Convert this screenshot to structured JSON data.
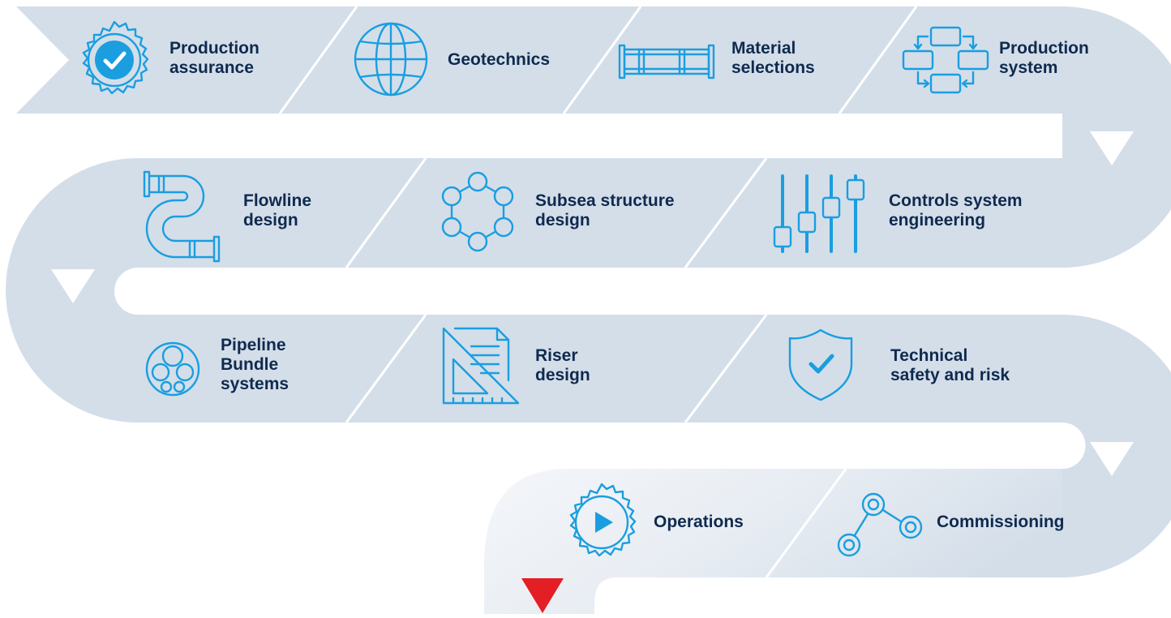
{
  "colors": {
    "band": "#d4dee9",
    "band_light": "#eef2f7",
    "divider": "#ffffff",
    "icon": "#1a9ee0",
    "text": "#0f2a4f",
    "arrow": "#ffffff",
    "end_arrow": "#e31e24"
  },
  "stages": [
    {
      "lines": [
        "Production",
        "assurance"
      ],
      "icon": "gear-check-icon"
    },
    {
      "lines": [
        "Geotechnics"
      ],
      "icon": "globe-icon"
    },
    {
      "lines": [
        "Material",
        "selections"
      ],
      "icon": "pipe-section-icon"
    },
    {
      "lines": [
        "Production",
        "system"
      ],
      "icon": "process-flow-icon"
    },
    {
      "lines": [
        "Flowline",
        "design"
      ],
      "icon": "bent-pipe-icon"
    },
    {
      "lines": [
        "Subsea structure",
        "design"
      ],
      "icon": "hexagon-nodes-icon"
    },
    {
      "lines": [
        "Controls system",
        "engineering"
      ],
      "icon": "sliders-icon"
    },
    {
      "lines": [
        "Pipeline",
        "Bundle",
        "systems"
      ],
      "icon": "pipe-bundle-icon"
    },
    {
      "lines": [
        "Riser",
        "design"
      ],
      "icon": "drafting-icon"
    },
    {
      "lines": [
        "Technical",
        "safety and risk"
      ],
      "icon": "shield-check-icon"
    },
    {
      "lines": [
        "Commissioning"
      ],
      "icon": "connected-nodes-icon"
    },
    {
      "lines": [
        "Operations"
      ],
      "icon": "gear-play-icon"
    }
  ]
}
